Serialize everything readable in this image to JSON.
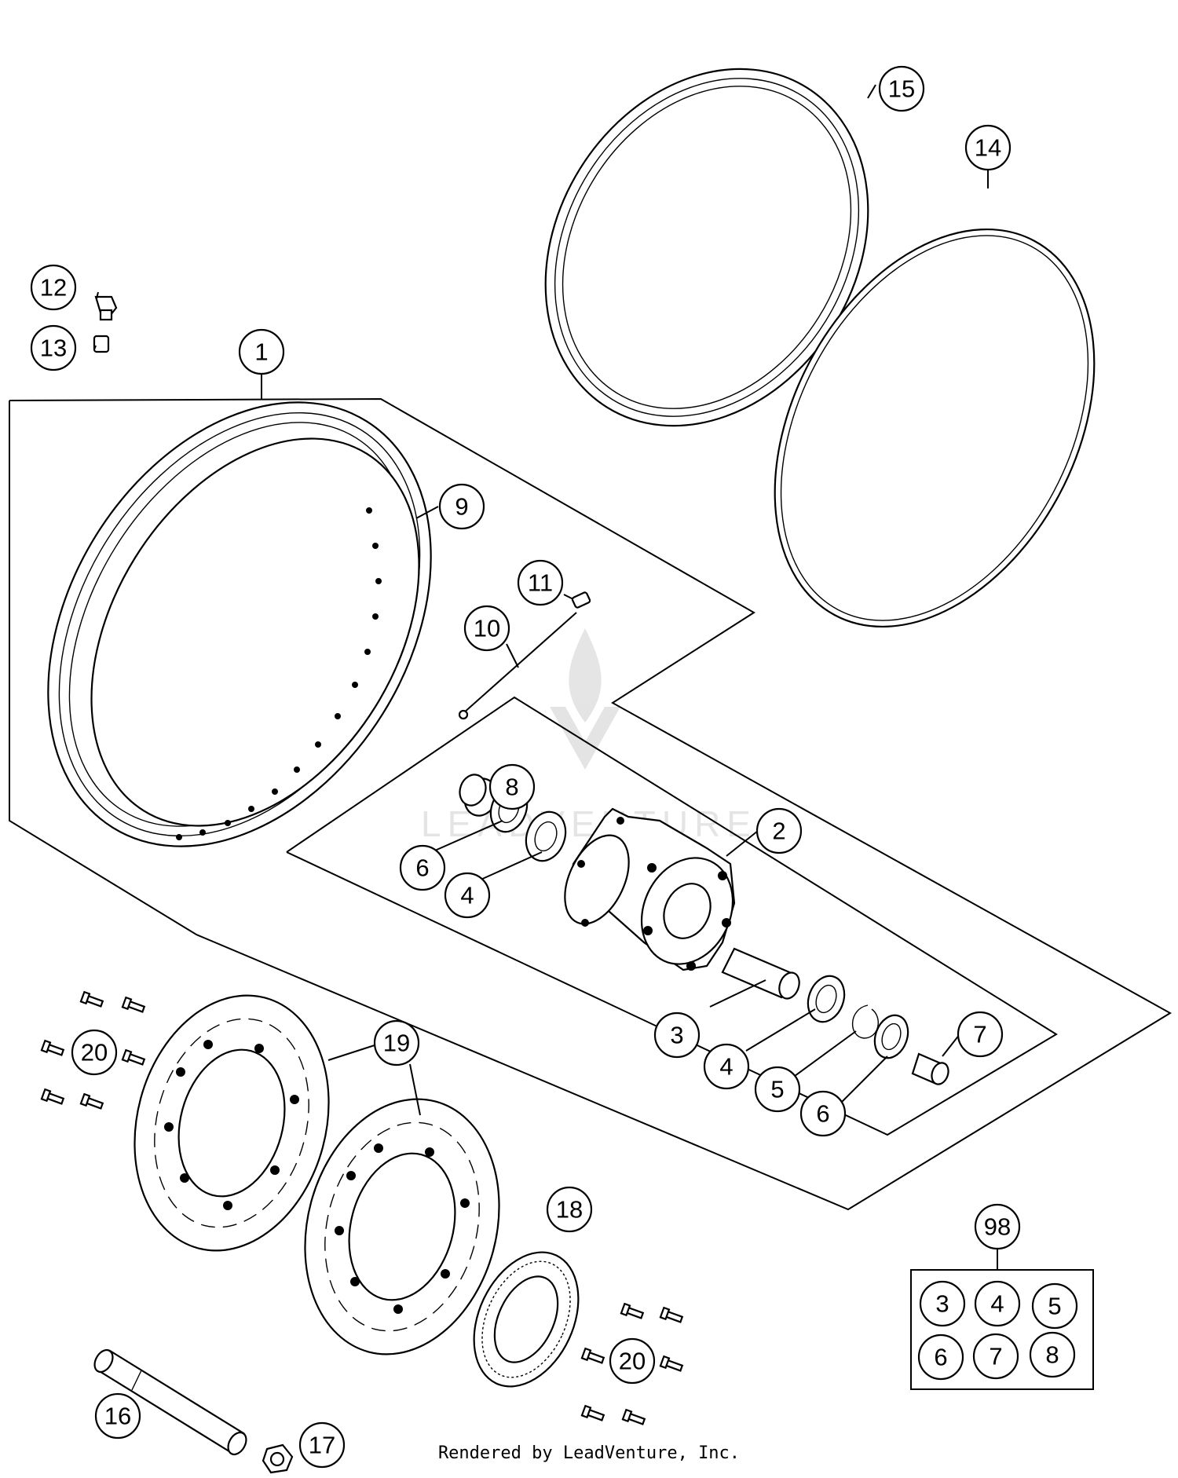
{
  "callouts": {
    "c1": "1",
    "c2": "2",
    "c3": "3",
    "c4a": "4",
    "c4b": "4",
    "c5": "5",
    "c6a": "6",
    "c6b": "6",
    "c7": "7",
    "c8": "8",
    "c9": "9",
    "c10": "10",
    "c11": "11",
    "c12": "12",
    "c13": "13",
    "c14": "14",
    "c15": "15",
    "c16": "16",
    "c17": "17",
    "c18": "18",
    "c19": "19",
    "c20a": "20",
    "c20b": "20",
    "c98": "98"
  },
  "kit98": [
    "3",
    "4",
    "5",
    "6",
    "7",
    "8"
  ],
  "watermark_label": "LEADVENTURE",
  "footer": "Rendered by LeadVenture, Inc."
}
